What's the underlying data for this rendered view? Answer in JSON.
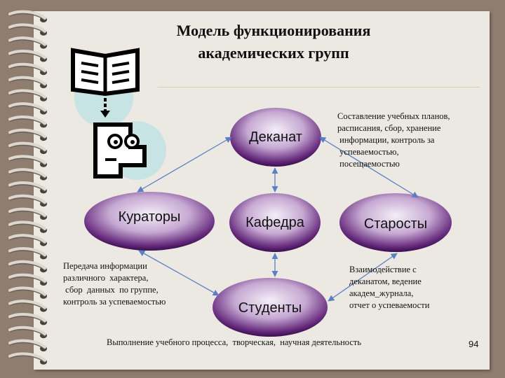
{
  "title": {
    "line1": "Модель функционирования",
    "line2": "академических  групп"
  },
  "nodes": {
    "dekanat": "Деканат",
    "kuratory": "Кураторы",
    "kafedra": "Кафедра",
    "starosty": "Старосты",
    "studenty": "Студенты"
  },
  "notes": {
    "dekanat": "Составление учебных планов,\nрасписания, сбор, хранение\n информации, контроль за\n успеваемостью,\n посещаемостью",
    "kuratory": "Передача информации\nразличного  характера,\n сбор  данных  по группе,\nконтроль за успеваемостью",
    "starosty": "Взаимодействие с\nдеканатом, ведение\nакадем_журнала,\nотчет о успеваемости",
    "studenty": "Выполнение учебного процесса,  творческая,  научная деятельность"
  },
  "page_number": "94",
  "colors": {
    "ellipse_dark": "#3a0d4f",
    "ellipse_light": "#f4eef8",
    "arrow": "#5b7fc4",
    "paper": "#ece9e3",
    "background": "#8f7e6f"
  }
}
